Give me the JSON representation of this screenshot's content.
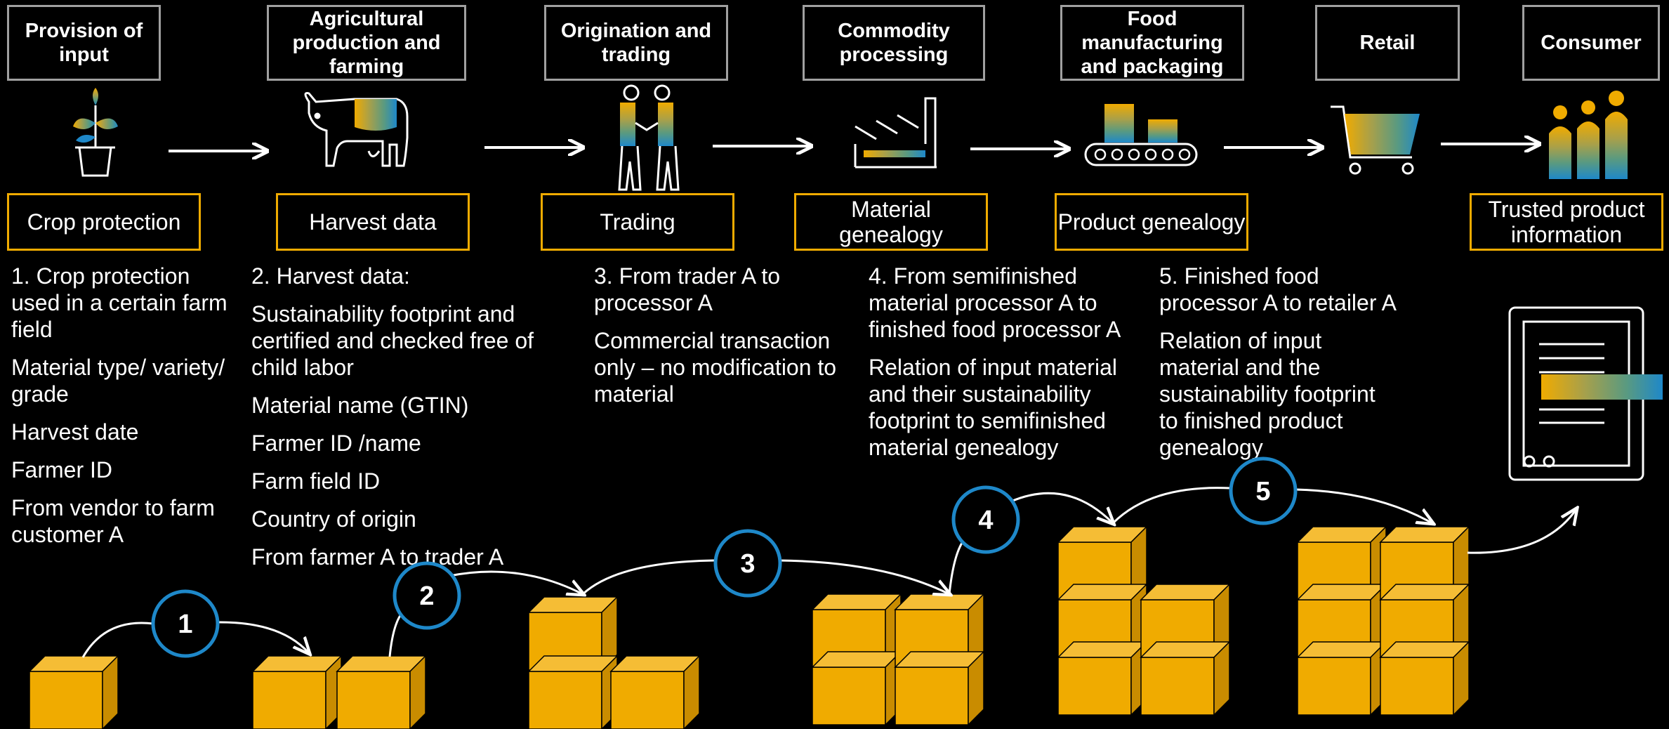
{
  "stages": [
    {
      "label": "Provision of input"
    },
    {
      "label": "Agricultural production and farming"
    },
    {
      "label": "Origination and trading"
    },
    {
      "label": "Commodity processing"
    },
    {
      "label": "Food manufacturing and packaging"
    },
    {
      "label": "Retail"
    },
    {
      "label": "Consumer"
    }
  ],
  "data_boxes": [
    {
      "label": "Crop protection"
    },
    {
      "label": "Harvest data"
    },
    {
      "label": "Trading"
    },
    {
      "label": "Material genealogy"
    },
    {
      "label": "Product genealogy"
    },
    {
      "label": "Trusted product information"
    }
  ],
  "descriptions": [
    {
      "lines": [
        "1. Crop protection used in a certain farm field",
        "Material type/ variety/ grade",
        "Harvest date",
        "Farmer ID",
        "From vendor to farm customer A"
      ]
    },
    {
      "lines": [
        "2. Harvest data:",
        "Sustainability footprint and certified and checked free of child labor",
        "Material name (GTIN)",
        "Farmer ID /name",
        "Farm field ID",
        "Country of origin",
        "From farmer A to trader A"
      ]
    },
    {
      "lines": [
        "3. From trader A to processor A",
        "Commercial transaction only – no modification to material"
      ]
    },
    {
      "lines": [
        "4. From semifinished material processor A to finished food processor A",
        "Relation of input material and their sustainability footprint to semifinished material genealogy"
      ]
    },
    {
      "lines": [
        "5. Finished food processor A to retailer A",
        "Relation of input material and the sustainability footprint to finished product genealogy"
      ]
    }
  ],
  "steps": [
    "1",
    "2",
    "3",
    "4",
    "5"
  ],
  "icons": [
    "plant-icon",
    "cow-icon",
    "handshake-icon",
    "factory-icon",
    "conveyor-icon",
    "cart-icon",
    "people-icon",
    "product-label-icon"
  ],
  "colors": {
    "background": "#000000",
    "stage_border": "#a0a0a0",
    "data_border": "#f0ab00",
    "circle_stroke": "#1e88c9",
    "cube_front": "#f0ab00",
    "cube_top": "#f5bd35",
    "cube_side": "#c98c00",
    "gradient": [
      "#f0ab00",
      "#a8a04a",
      "#5a9a80",
      "#1e88c9"
    ]
  }
}
